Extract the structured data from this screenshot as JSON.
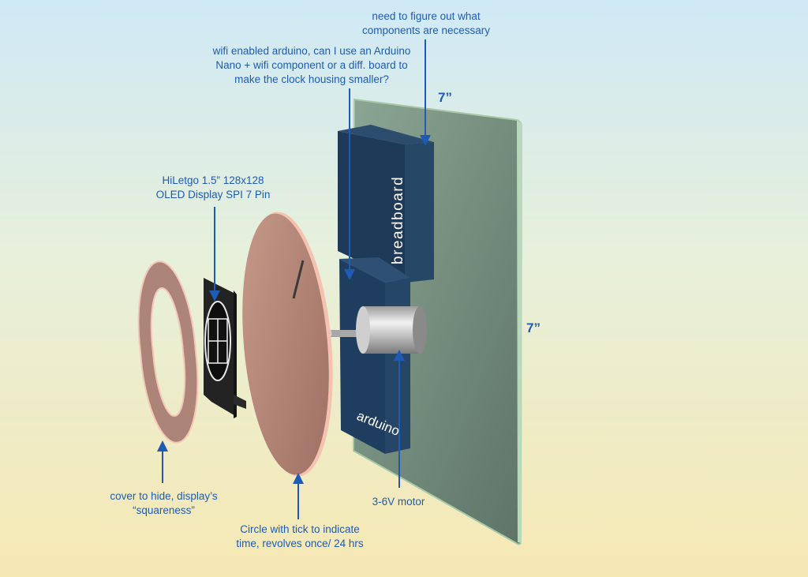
{
  "annotations": {
    "components_note": "need to figure out what\ncomponents are necessary",
    "wifi_note": "wifi enabled arduino, can I use an Arduino\nNano + wifi component or a diff. board to\nmake the clock housing smaller?",
    "display_note": "HiLetgo 1.5” 128x128\nOLED Display SPI 7 Pin",
    "cover_note": "cover to hide, display’s\n“squareness”",
    "circle_note": "Circle with tick to indicate\ntime, revolves once/ 24 hrs",
    "motor_note": "3-6V motor"
  },
  "dimensions": {
    "top_width": "7”",
    "side_height": "7”"
  },
  "component_labels": {
    "breadboard": "breadboard",
    "arduino": "arduino"
  },
  "colors": {
    "annotation_blue": "#1f5bb4",
    "panel_green": "#7a9482",
    "box_navy": "#1f3d5c",
    "disc_copper": "#b98778",
    "display_black": "#1e1e1e"
  }
}
